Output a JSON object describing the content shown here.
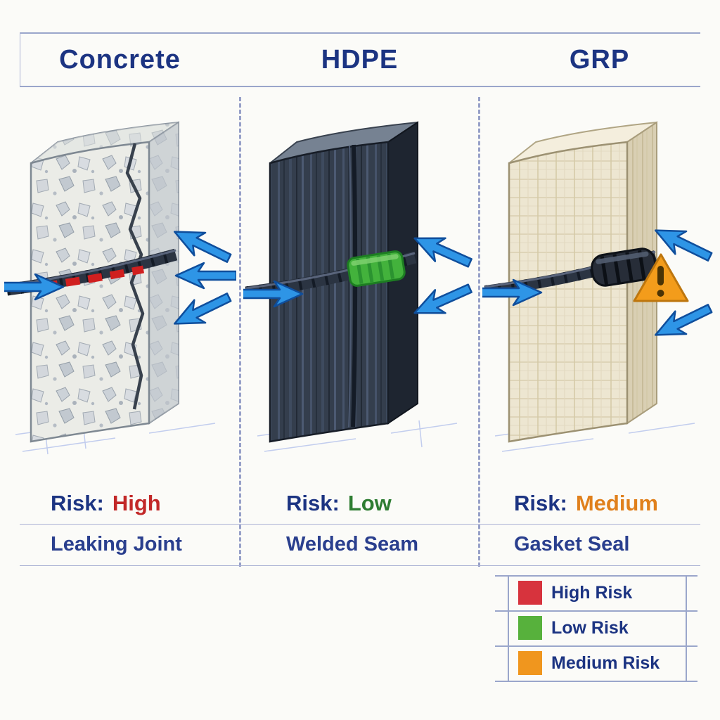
{
  "columns": [
    {
      "name": "Concrete",
      "risk_prefix": "Risk:",
      "risk_value": "High",
      "risk_color": "#c22828",
      "joint_type": "Leaking Joint",
      "illustration": "cracked-concrete-slab-with-leaking-joint-and-water-arrows"
    },
    {
      "name": "HDPE",
      "risk_prefix": "Risk:",
      "risk_value": "Low",
      "risk_color": "#2e7d32",
      "joint_type": "Welded Seam",
      "illustration": "dark-hdpe-sheets-with-green-welded-seam-and-water-arrows"
    },
    {
      "name": "GRP",
      "risk_prefix": "Risk:",
      "risk_value": "Medium",
      "risk_color": "#e0801c",
      "joint_type": "Gasket Seal",
      "illustration": "grp-laminate-slab-with-gasket-coupler-warning-and-water-arrows"
    }
  ],
  "legend": {
    "items": [
      {
        "label": "High Risk",
        "color": "#d7333d"
      },
      {
        "label": "Low Risk",
        "color": "#57b13c"
      },
      {
        "label": "Medium Risk",
        "color": "#f0961e"
      }
    ]
  },
  "icons": {
    "warning": "warning-triangle-icon",
    "flow": "flow-arrow-icon"
  },
  "colors": {
    "heading": "#1c3482",
    "arrow_blue": "#2e95e6",
    "rule_line": "#9aa6cb"
  }
}
